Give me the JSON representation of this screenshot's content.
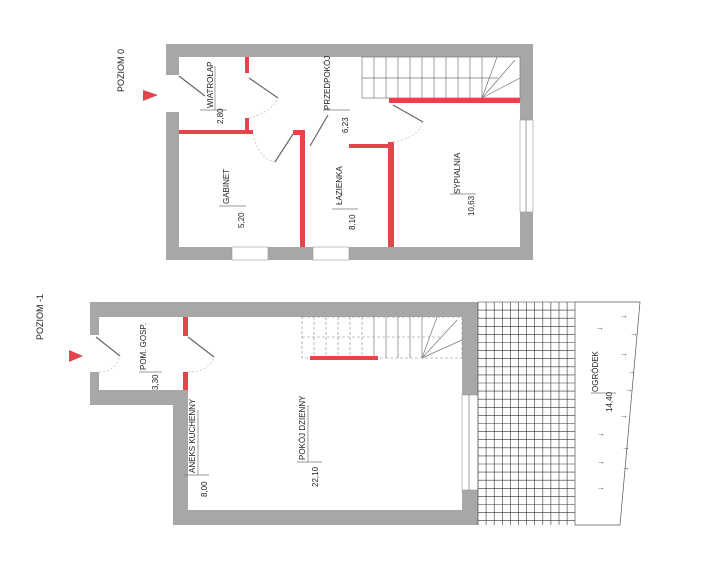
{
  "levels": [
    {
      "name": "POZIOM 0",
      "rooms": [
        {
          "name": "WIATROŁAP",
          "area": "2,80"
        },
        {
          "name": "PRZEDPOKÓJ",
          "area": "6,23"
        },
        {
          "name": "GABINET",
          "area": "5,20"
        },
        {
          "name": "ŁAZIENKA",
          "area": "8,10"
        },
        {
          "name": "SYPIALNIA",
          "area": "10,63"
        }
      ]
    },
    {
      "name": "POZIOM -1",
      "rooms": [
        {
          "name": "POM. GOSP.",
          "area": "3,30"
        },
        {
          "name": "ANEKS KUCHENNY",
          "area": "8,00"
        },
        {
          "name": "POKÓJ DZIENNY",
          "area": "22,10"
        },
        {
          "name": "OGRÓDEK",
          "area": "14,40"
        }
      ]
    }
  ],
  "colors": {
    "wall": "#a7a7a7",
    "new_wall": "#e2454a",
    "entrance": "#e2454a"
  }
}
